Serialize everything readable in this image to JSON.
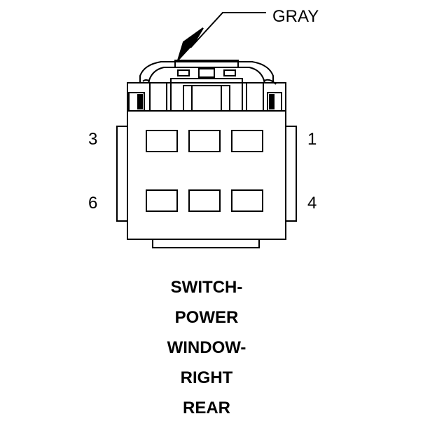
{
  "callout": {
    "color_label": "GRAY"
  },
  "pins": {
    "top_left": "3",
    "top_right": "1",
    "bottom_left": "6",
    "bottom_right": "4"
  },
  "caption": {
    "line1": "SWITCH-",
    "line2": "POWER",
    "line3": "WINDOW-",
    "line4": "RIGHT",
    "line5": "REAR"
  }
}
